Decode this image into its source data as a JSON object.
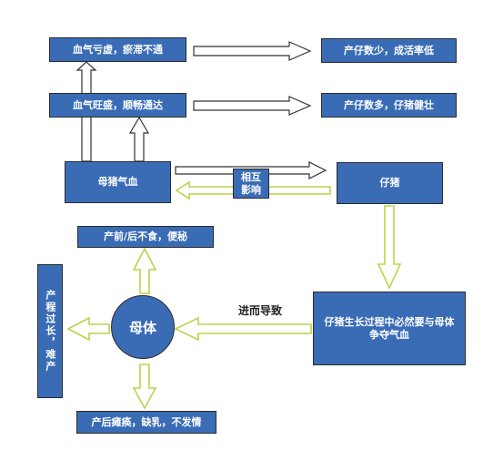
{
  "boxes": {
    "qixue_kuixu": "血气亏虚，瘀滞不通",
    "qixue_wangsheng": "血气旺盛，顺畅通达",
    "chanzi_shaodi": "产仔数少，成活率低",
    "chanzi_duozhuang": "产仔数多，仔猪健壮",
    "muzhu_qixue": "母猪气血",
    "xianghu_yingxiang": "相互影响",
    "zizhu": "仔猪",
    "zizhu_zhengqi": "仔猪生长过程中必然要与母体争夺气血",
    "chanqian_hou": "产前/后不食，便秘",
    "chanhou": "产后瘫痪，缺乳，不发情",
    "chancheng": "产程过长，难产",
    "muti": "母体"
  },
  "labels": {
    "jiner_daozhi": "进而导致"
  },
  "colors": {
    "box_fill": "#3a6cb6",
    "box_border": "#2b2b2b",
    "arrow_white": "#ffffff",
    "arrow_outline": "#333333",
    "arrow_green": "#b5d64a"
  }
}
